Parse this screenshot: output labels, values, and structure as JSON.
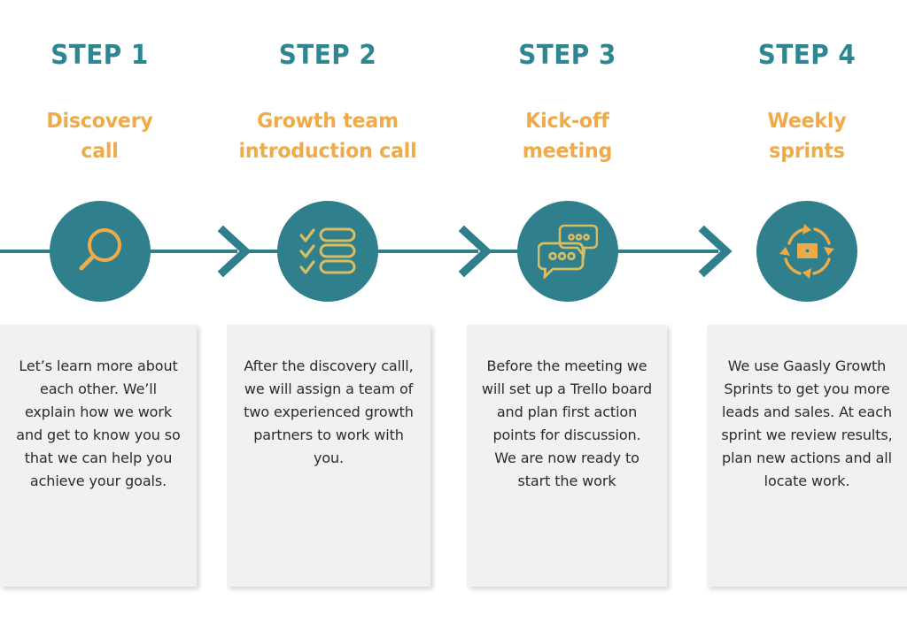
{
  "colors": {
    "teal": "#2f7f8c",
    "teal_text": "#2f8693",
    "amber": "#eeab48",
    "card_bg": "#f1f1f1",
    "card_text": "#2b2b2b",
    "page_bg": "#ffffff"
  },
  "steps": [
    {
      "label": "STEP 1",
      "title": "Discovery\ncall",
      "icon": "magnifier-icon",
      "body": "Let’s learn more about each other. We’ll explain how we work and get to know you so that we can help you achieve your goals."
    },
    {
      "label": "STEP 2",
      "title": "Growth team\nintroduction call",
      "icon": "checklist-icon",
      "body": "After the discovery calll, we will assign a team of two experienced growth partners to work with you."
    },
    {
      "label": "STEP 3",
      "title": "Kick-off\nmeeting",
      "icon": "chat-bubbles-icon",
      "body": "Before the meeting we will set up a Trello board and plan first action points for discussion. We are now  ready to start the work"
    },
    {
      "label": "STEP 4",
      "title": "Weekly\nsprints",
      "icon": "sprint-cycle-icon",
      "body": "We use Gaasly Growth Sprints to get you more leads and sales. At each sprint we review results, plan new actions and all locate work."
    }
  ],
  "connectors": [
    {
      "name": "arrow-step1-to-step2"
    },
    {
      "name": "arrow-step2-to-step3"
    },
    {
      "name": "arrow-step3-to-step4"
    }
  ]
}
